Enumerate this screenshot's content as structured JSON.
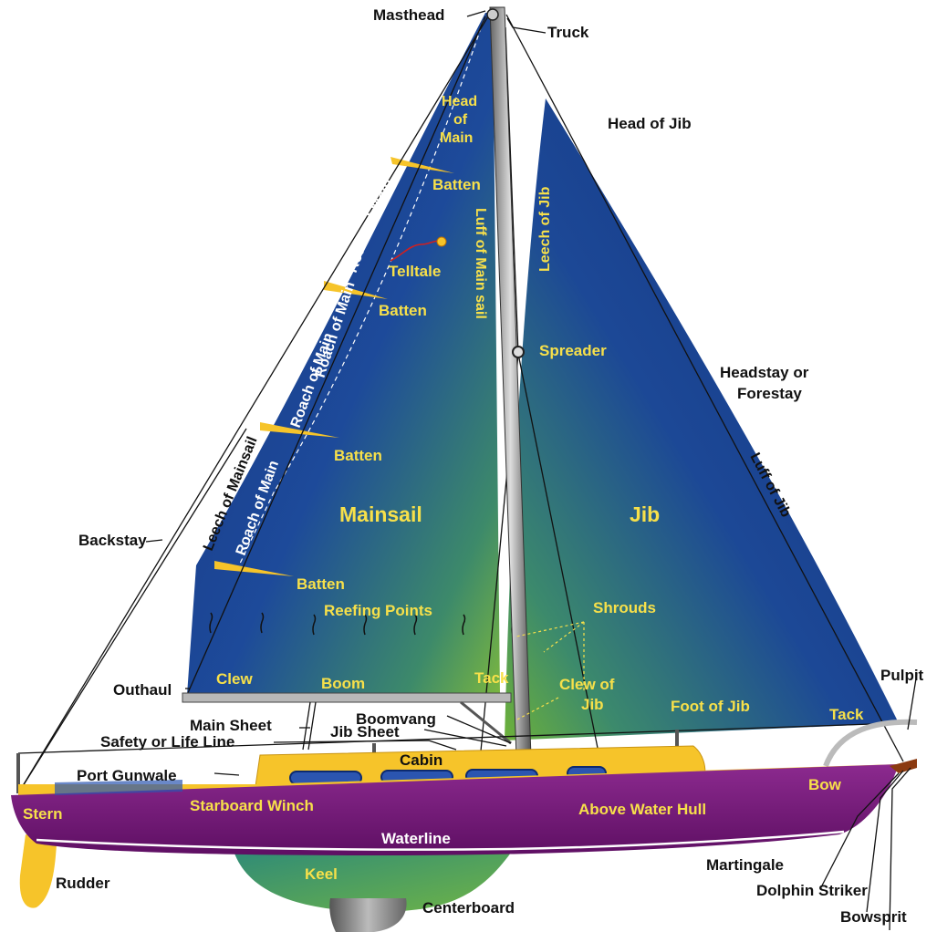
{
  "colors": {
    "sail_blue": "#1b3f96",
    "sail_green": "#6db13a",
    "hull": "#7a1a7e",
    "deck": "#f6c42a",
    "keel": "#3e9a72",
    "centerboard": "#8a8a8a",
    "label_dark": "#111111",
    "label_yellow": "#f7e04a"
  },
  "labels": {
    "masthead": "Masthead",
    "truck": "Truck",
    "head_of_main": "Head\nof\nMain",
    "head_of_jib": "Head of Jib",
    "batten": "Batten",
    "roach_of_main": "Roach of Main",
    "luff_of_mainsail": "Luff of Main sail",
    "leech_of_jib": "Leech of Jib",
    "telltale": "Telltale",
    "spreader": "Spreader",
    "headstay_line1": "Headstay or",
    "headstay_line2": "Forestay",
    "luff_of_jib": "Luff of Jib",
    "leech_of_mainsail": "Leech of Mainsail",
    "mainsail": "Mainsail",
    "jib": "Jib",
    "backstay": "Backstay",
    "reefing_points": "Reefing Points",
    "shrouds": "Shrouds",
    "outhaul": "Outhaul",
    "clew": "Clew",
    "boom": "Boom",
    "tack": "Tack",
    "clew_of_jib_line1": "Clew of",
    "clew_of_jib_line2": "Jib",
    "foot_of_jib": "Foot of Jib",
    "pulpit": "Pulpit",
    "main_sheet": "Main Sheet",
    "boomvang": "Boomvang",
    "safety_line": "Safety or Life Line",
    "jib_sheet": "Jib Sheet",
    "cabin": "Cabin",
    "port_gunwale": "Port Gunwale",
    "bow": "Bow",
    "stern": "Stern",
    "starboard_winch": "Starboard Winch",
    "above_water_hull": "Above Water Hull",
    "waterline": "Waterline",
    "rudder": "Rudder",
    "keel": "Keel",
    "martingale": "Martingale",
    "dolphin_striker": "Dolphin Striker",
    "centerboard": "Centerboard",
    "bowsprit": "Bowsprit"
  }
}
